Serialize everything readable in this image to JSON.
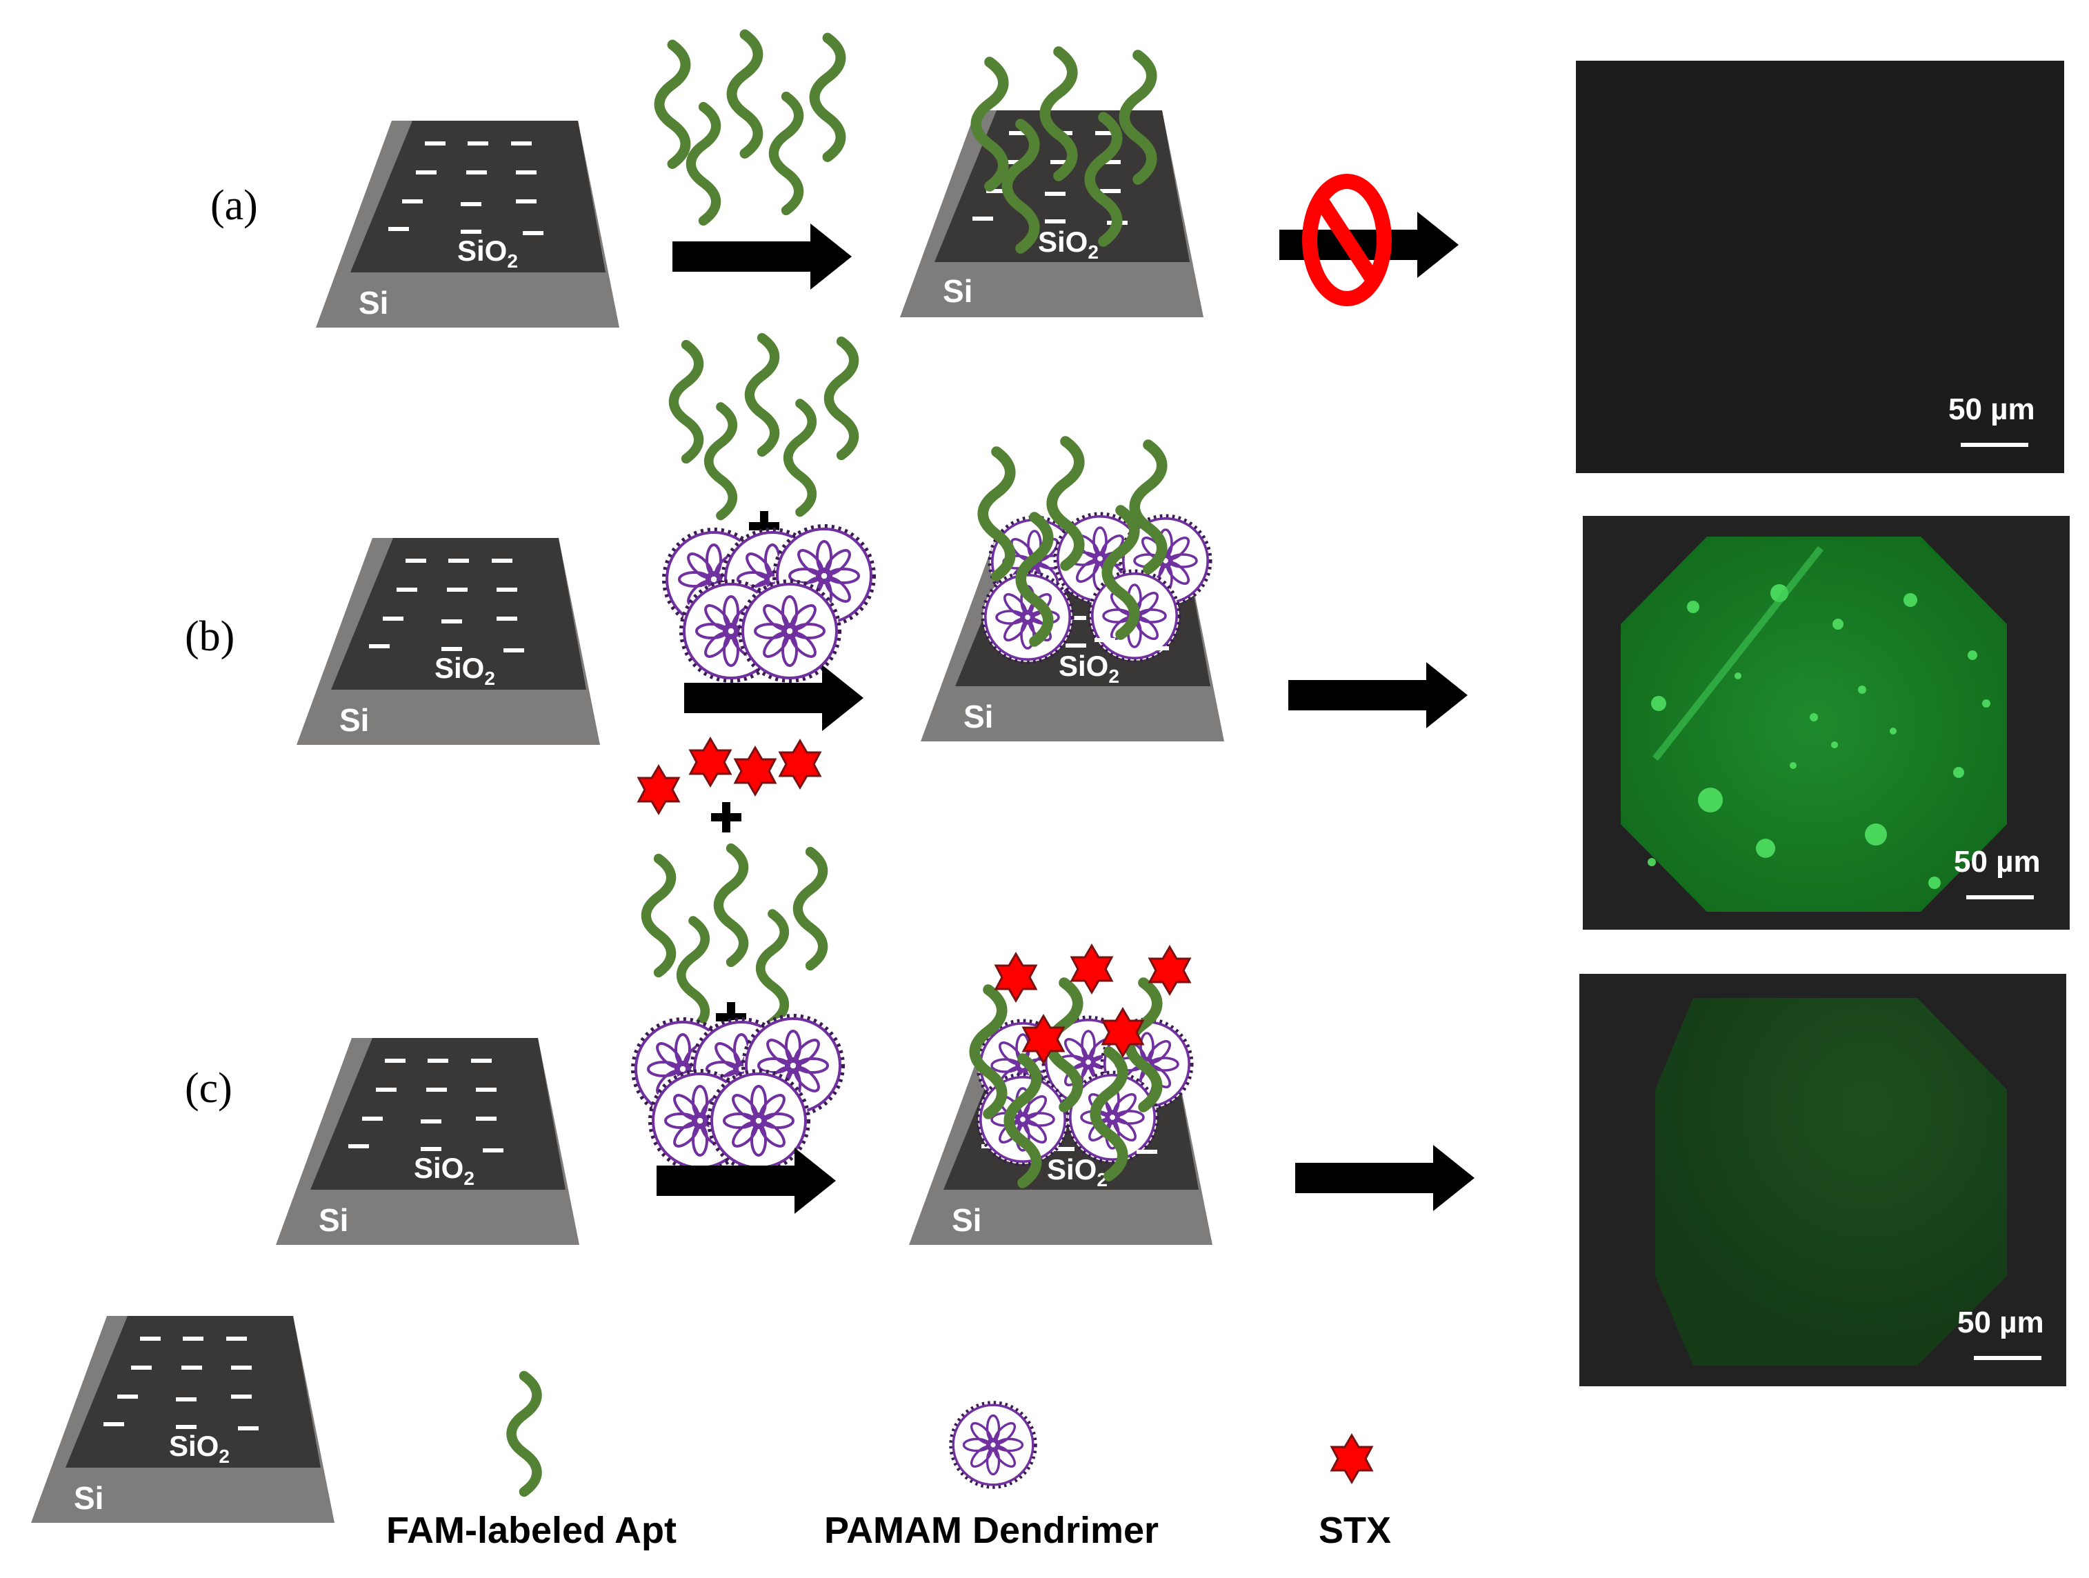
{
  "labels": {
    "si": "Si",
    "sio2": "SiO",
    "sio2_sub": "2"
  },
  "rows": [
    {
      "id": "a",
      "label": "(a)",
      "scale": "50 µm",
      "result": "blocked"
    },
    {
      "id": "b",
      "label": "(b)",
      "scale": "50 µm",
      "result": "bright"
    },
    {
      "id": "c",
      "label": "(c)",
      "scale": "50 µm",
      "result": "dim"
    }
  ],
  "legend": {
    "aptamer": "FAM-labeled Apt",
    "dendrimer": "PAMAM Dendrimer",
    "stx": "STX"
  },
  "colors": {
    "substrate_side": "#767373",
    "substrate_top": "#3b3838",
    "aptamer": "#548235",
    "dendrimer": "#7030a0",
    "stx": "#ff0000",
    "fluorescence": "#22c23a"
  },
  "icons": [
    "plus-icon",
    "arrow-icon",
    "prohibition-icon",
    "star-icon",
    "helix-icon",
    "dendrimer-icon"
  ]
}
